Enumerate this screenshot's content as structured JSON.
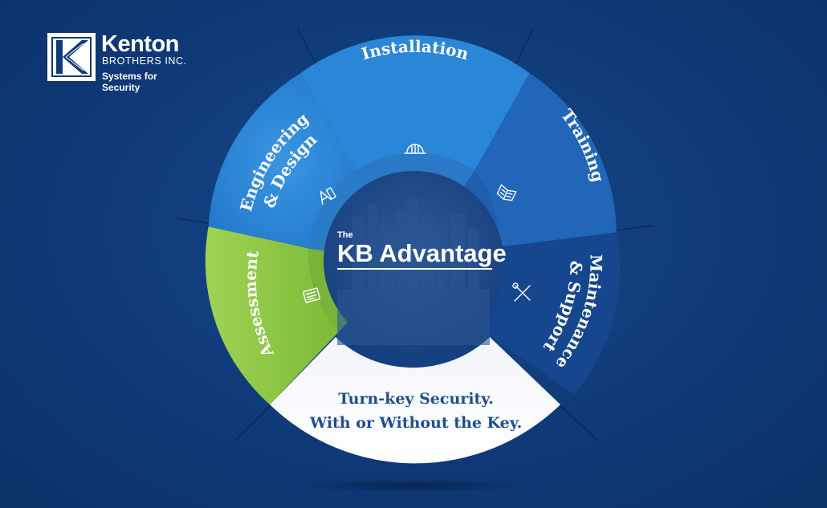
{
  "logo": {
    "name": "Kenton",
    "subtitle": "BROTHERS INC.",
    "tagline": "Systems for Security"
  },
  "center": {
    "small": "The",
    "title": "KB Advantage"
  },
  "segments": [
    {
      "lines": [
        "Installation"
      ],
      "icon": "hard-hat-icon"
    },
    {
      "lines": [
        "Training"
      ],
      "icon": "open-book-icon"
    },
    {
      "lines": [
        "Maintenance",
        "& Support"
      ],
      "icon": "wrench-screwdriver-icon"
    },
    {
      "lines": [
        "Assessment"
      ],
      "icon": "clipboard-icon"
    },
    {
      "lines": [
        "Engineering",
        "& Design"
      ],
      "icon": "drafting-tools-icon"
    }
  ],
  "bottom": {
    "lines": [
      "Turn-key Security.",
      "With or Without the Key."
    ]
  },
  "colors": {
    "background": "#0f3a78",
    "segment_blue_light": "#2a86d6",
    "segment_blue_mid": "#2166b8",
    "segment_blue_dark": "#16468e",
    "assessment_green": "#8cc63f",
    "bottom_white": "#ffffff",
    "bottom_text": "#1f4e90"
  }
}
